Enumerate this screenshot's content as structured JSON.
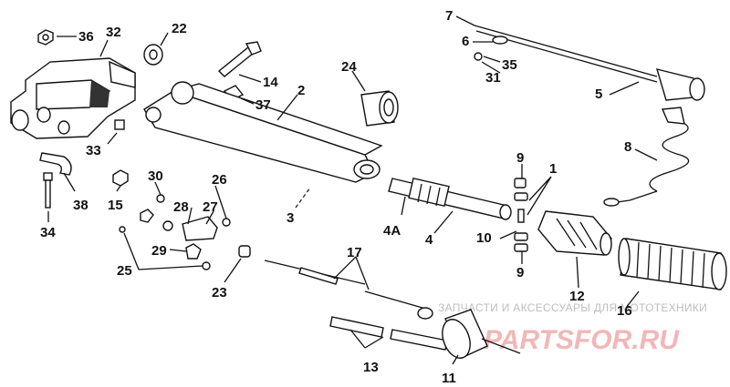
{
  "diagram": {
    "callouts": [
      {
        "key": "36",
        "text": "36"
      },
      {
        "key": "32",
        "text": "32"
      },
      {
        "key": "22",
        "text": "22"
      },
      {
        "key": "14",
        "text": "14"
      },
      {
        "key": "2",
        "text": "2"
      },
      {
        "key": "24",
        "text": "24"
      },
      {
        "key": "37",
        "text": "37"
      },
      {
        "key": "33",
        "text": "33"
      },
      {
        "key": "38",
        "text": "38"
      },
      {
        "key": "34",
        "text": "34"
      },
      {
        "key": "15",
        "text": "15"
      },
      {
        "key": "30",
        "text": "30"
      },
      {
        "key": "26",
        "text": "26"
      },
      {
        "key": "28",
        "text": "28"
      },
      {
        "key": "27",
        "text": "27"
      },
      {
        "key": "29",
        "text": "29"
      },
      {
        "key": "25",
        "text": "25"
      },
      {
        "key": "23",
        "text": "23"
      },
      {
        "key": "3",
        "text": "3"
      },
      {
        "key": "4A",
        "text": "4A"
      },
      {
        "key": "4",
        "text": "4"
      },
      {
        "key": "17",
        "text": "17"
      },
      {
        "key": "13",
        "text": "13"
      },
      {
        "key": "11",
        "text": "11"
      },
      {
        "key": "7",
        "text": "7"
      },
      {
        "key": "6",
        "text": "6"
      },
      {
        "key": "35",
        "text": "35"
      },
      {
        "key": "31",
        "text": "31"
      },
      {
        "key": "5",
        "text": "5"
      },
      {
        "key": "8",
        "text": "8"
      },
      {
        "key": "9a",
        "text": "9"
      },
      {
        "key": "1",
        "text": "1"
      },
      {
        "key": "10",
        "text": "10"
      },
      {
        "key": "9b",
        "text": "9"
      },
      {
        "key": "12",
        "text": "12"
      },
      {
        "key": "16",
        "text": "16"
      }
    ]
  },
  "watermark": {
    "text": "ЗАПЧАСТИ И АКСЕССУАРЫ ДЛЯ МОТОТЕХНИКИ",
    "logo": "PARTSFOR.RU",
    "color": "#f1b7b7"
  }
}
